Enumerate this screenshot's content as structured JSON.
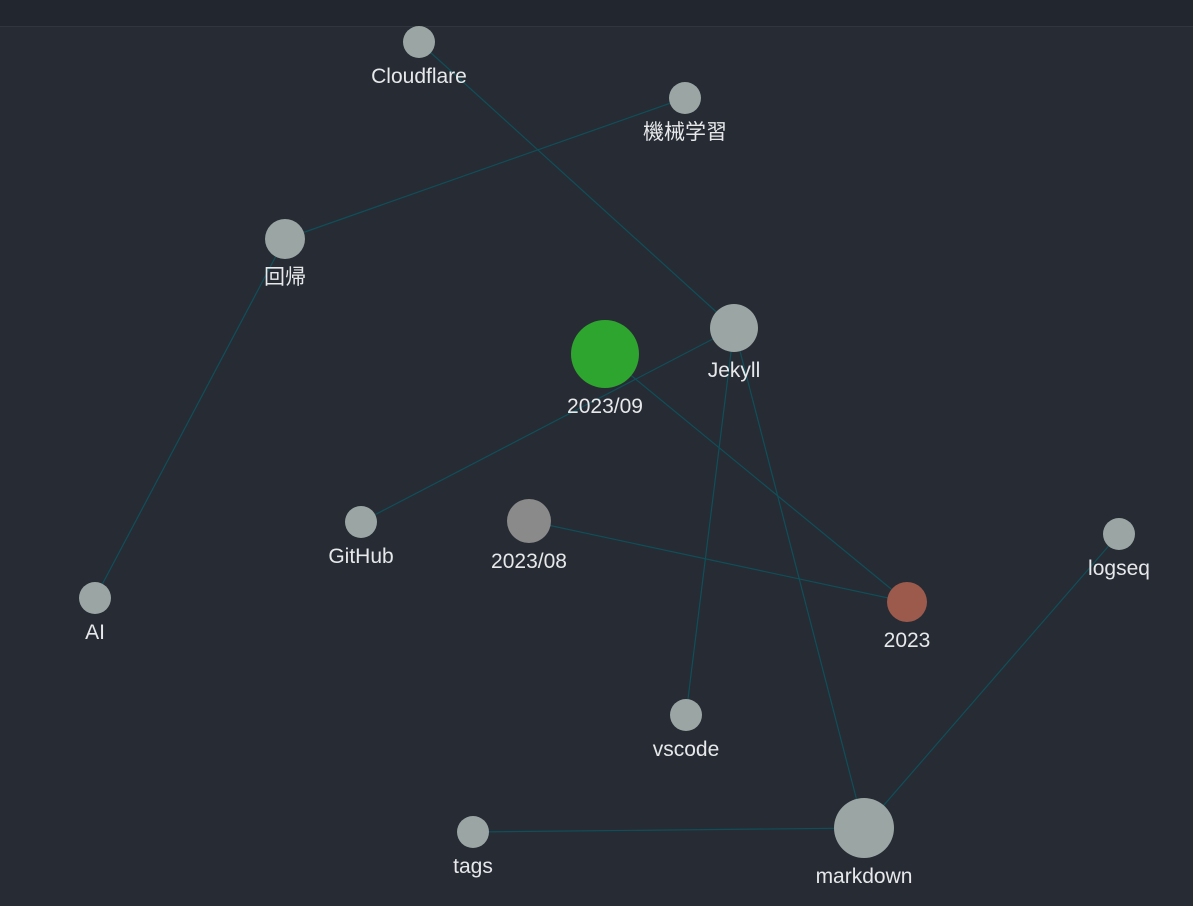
{
  "graph": {
    "nodes": [
      {
        "id": "cloudflare",
        "label": "Cloudflare",
        "color": "#9aa5a4",
        "kind": "tag"
      },
      {
        "id": "ml",
        "label": "機械学習",
        "color": "#9aa5a4",
        "kind": "tag"
      },
      {
        "id": "regression",
        "label": "回帰",
        "color": "#9aa5a4",
        "kind": "tag"
      },
      {
        "id": "jekyll",
        "label": "Jekyll",
        "color": "#9aa5a4",
        "kind": "tag"
      },
      {
        "id": "month-2023-09",
        "label": "2023/09",
        "color": "#2ea52e",
        "kind": "page-current"
      },
      {
        "id": "github",
        "label": "GitHub",
        "color": "#9aa5a4",
        "kind": "tag"
      },
      {
        "id": "month-2023-08",
        "label": "2023/08",
        "color": "#8a8a8a",
        "kind": "page"
      },
      {
        "id": "logseq",
        "label": "logseq",
        "color": "#9aa5a4",
        "kind": "tag"
      },
      {
        "id": "ai",
        "label": "AI",
        "color": "#9aa5a4",
        "kind": "tag"
      },
      {
        "id": "year-2023",
        "label": "2023",
        "color": "#9b5a4c",
        "kind": "page"
      },
      {
        "id": "vscode",
        "label": "vscode",
        "color": "#9aa5a4",
        "kind": "tag"
      },
      {
        "id": "tags",
        "label": "tags",
        "color": "#9aa5a4",
        "kind": "tag"
      },
      {
        "id": "markdown",
        "label": "markdown",
        "color": "#9aa5a4",
        "kind": "tag"
      }
    ],
    "edges": [
      {
        "source": "cloudflare",
        "target": "jekyll"
      },
      {
        "source": "ml",
        "target": "regression"
      },
      {
        "source": "regression",
        "target": "ai"
      },
      {
        "source": "jekyll",
        "target": "github"
      },
      {
        "source": "jekyll",
        "target": "vscode"
      },
      {
        "source": "jekyll",
        "target": "markdown"
      },
      {
        "source": "month-2023-09",
        "target": "year-2023"
      },
      {
        "source": "month-2023-08",
        "target": "year-2023"
      },
      {
        "source": "logseq",
        "target": "markdown"
      },
      {
        "source": "tags",
        "target": "markdown"
      }
    ],
    "edge_color": "#0f4f59"
  }
}
